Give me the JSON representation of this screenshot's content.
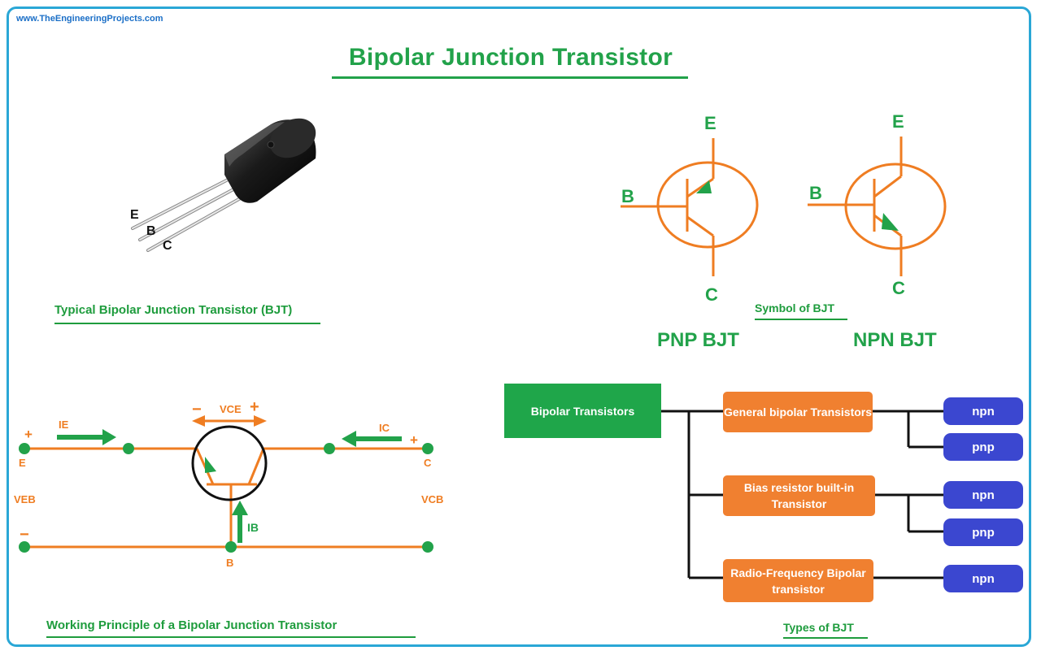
{
  "site": "www.TheEngineeringProjects.com",
  "title": "Bipolar Junction Transistor",
  "photo": {
    "pins": [
      "E",
      "B",
      "C"
    ],
    "caption": "Typical Bipolar Junction Transistor (BJT)"
  },
  "symbols": {
    "pnp": {
      "e": "E",
      "b": "B",
      "c": "C",
      "label": "PNP BJT"
    },
    "npn": {
      "e": "E",
      "b": "B",
      "c": "C",
      "label": "NPN BJT"
    },
    "caption": "Symbol of BJT"
  },
  "circuit": {
    "ie": "IE",
    "ic": "IC",
    "ib": "IB",
    "vce": "VCE",
    "veb": "VEB",
    "vcb": "VCB",
    "e": "E",
    "c": "C",
    "b": "B",
    "plus": "+",
    "minus": "−",
    "caption": "Working Principle of a Bipolar Junction Transistor"
  },
  "types": {
    "root": "Bipolar Transistors",
    "groups": [
      {
        "label": "General bipolar Transistors",
        "items": [
          "npn",
          "pnp"
        ]
      },
      {
        "label": "Bias resistor built-in Transistor",
        "items": [
          "npn",
          "pnp"
        ]
      },
      {
        "label": "Radio-Frequency Bipolar transistor",
        "items": [
          "npn"
        ]
      }
    ],
    "caption": "Types of BJT"
  },
  "colors": {
    "green": "#22a24a",
    "orange": "#ef7d22",
    "blue": "#3b47d0",
    "frame": "#2aa7d6"
  }
}
